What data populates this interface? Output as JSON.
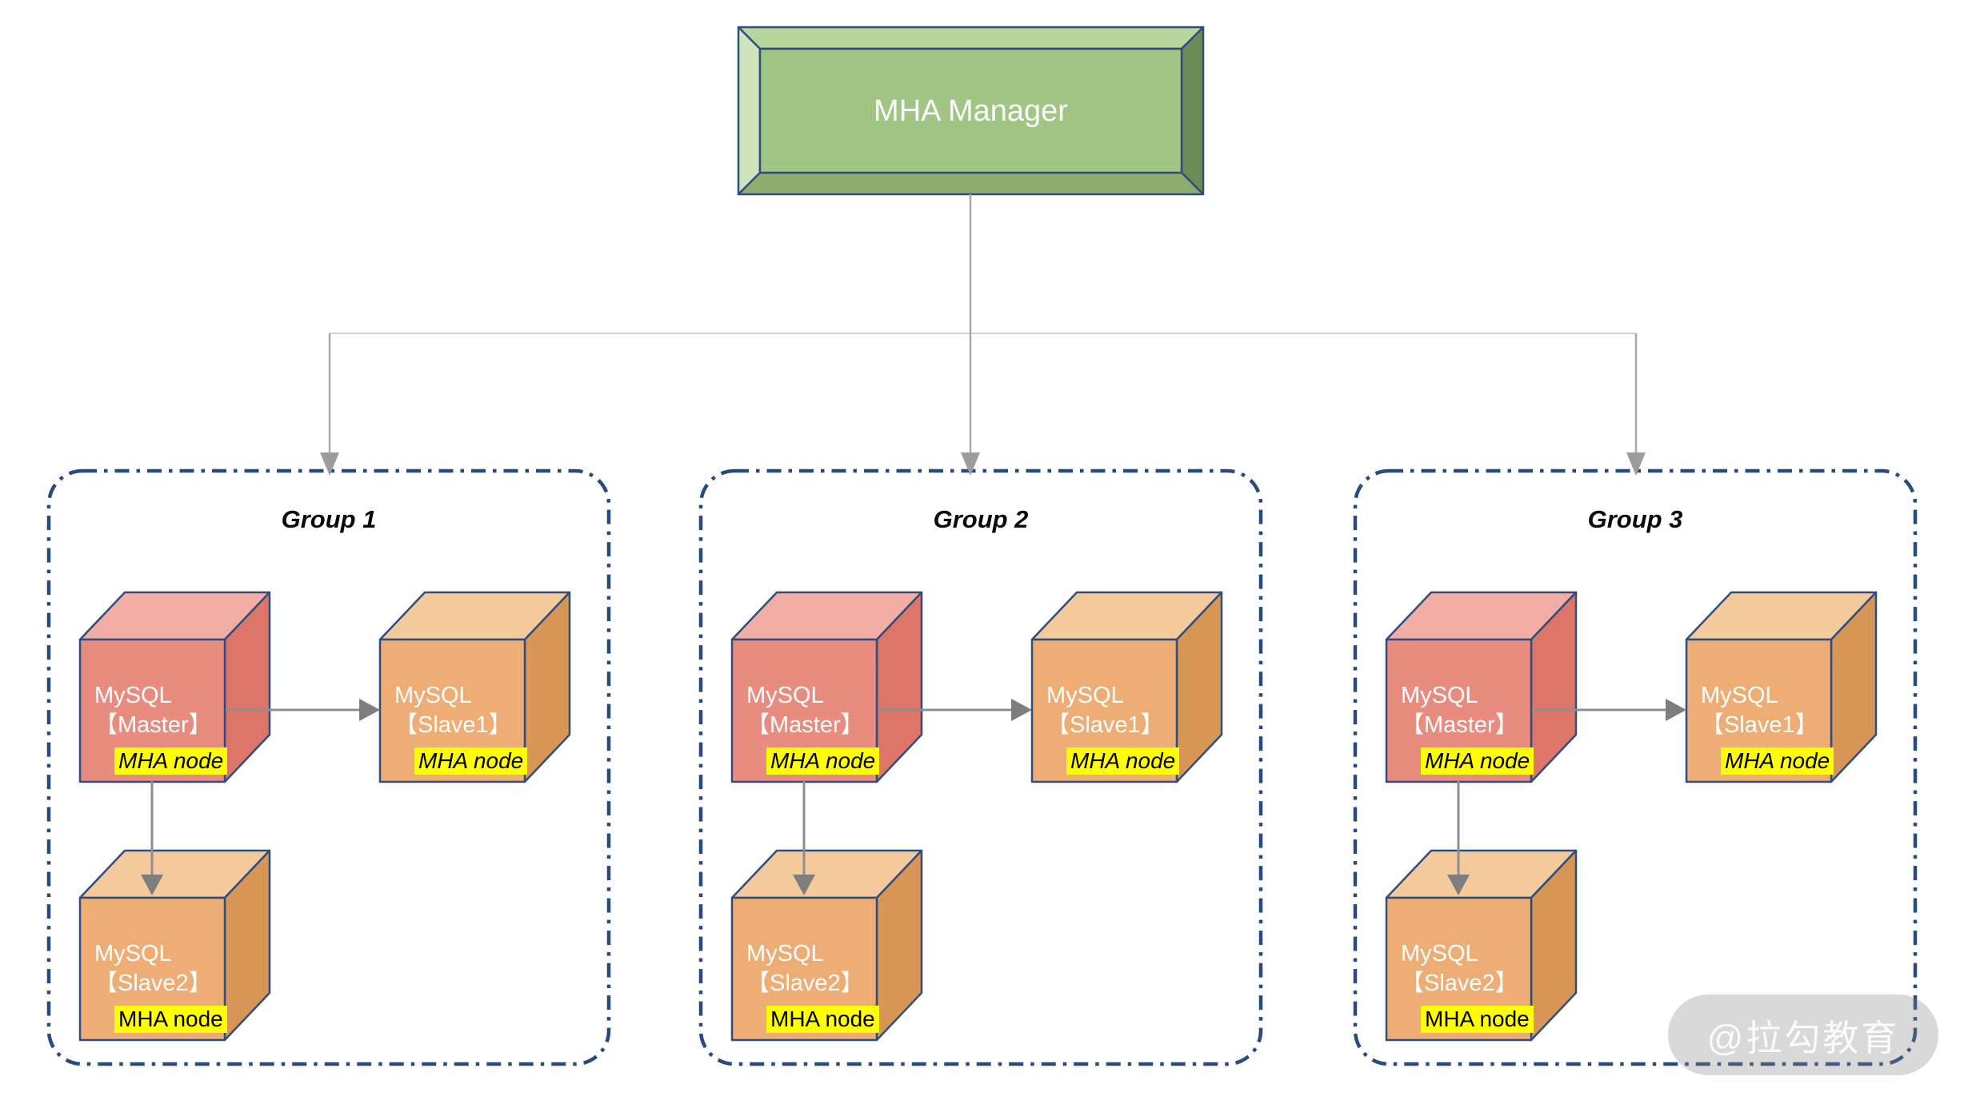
{
  "manager": {
    "label": "MHA Manager"
  },
  "watermark": {
    "label": "@拉勾教育"
  },
  "groups": [
    {
      "label": "Group 1",
      "nodes": [
        {
          "name": "MySQL",
          "role": "【Master】",
          "badge": "MHA node"
        },
        {
          "name": "MySQL",
          "role": "【Slave1】",
          "badge": "MHA node"
        },
        {
          "name": "MySQL",
          "role": "【Slave2】",
          "badge": "MHA node"
        }
      ]
    },
    {
      "label": "Group 2",
      "nodes": [
        {
          "name": "MySQL",
          "role": "【Master】",
          "badge": "MHA node"
        },
        {
          "name": "MySQL",
          "role": "【Slave1】",
          "badge": "MHA node"
        },
        {
          "name": "MySQL",
          "role": "【Slave2】",
          "badge": "MHA node"
        }
      ]
    },
    {
      "label": "Group 3",
      "nodes": [
        {
          "name": "MySQL",
          "role": "【Master】",
          "badge": "MHA node"
        },
        {
          "name": "MySQL",
          "role": "【Slave1】",
          "badge": "MHA node"
        },
        {
          "name": "MySQL",
          "role": "【Slave2】",
          "badge": "MHA node"
        }
      ]
    }
  ],
  "colors": {
    "manager_face": "#A0C584",
    "manager_bevel_light": "#CFE3BC",
    "manager_bevel_dark": "#6C8B56",
    "cube_master_front": "#E98C80",
    "cube_master_top": "#F2AEA4",
    "cube_master_side": "#DD7568",
    "cube_slave_front": "#EDAD74",
    "cube_slave_top": "#F4C99C",
    "cube_slave_side": "#D79655",
    "outline_navy": "#2F4E7E",
    "group_border_navy": "#274B7E",
    "badge_yellow": "#FFFF00",
    "connector_gray": "#A9A9A9",
    "watermark_text": "#FFFFFF"
  }
}
